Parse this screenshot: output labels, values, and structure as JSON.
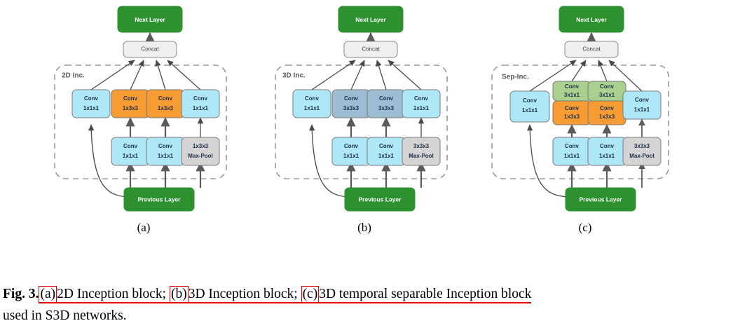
{
  "figure": {
    "panels": [
      {
        "id": "a",
        "caption": "(a)",
        "group_label": "2D Inc.",
        "top_box": "Next Layer",
        "concat_box": "Concat",
        "bottom_box": "Previous Layer",
        "branch_top": [
          {
            "line1": "Conv",
            "line2": "1x1x1",
            "color": "cyan"
          },
          {
            "line1": "Conv",
            "line2": "1x3x3",
            "color": "orange"
          },
          {
            "line1": "Conv",
            "line2": "1x3x3",
            "color": "orange"
          },
          {
            "line1": "Conv",
            "line2": "1x1x1",
            "color": "cyan"
          }
        ],
        "branch_mid": [
          {
            "line1": "Conv",
            "line2": "1x1x1",
            "color": "cyan"
          },
          {
            "line1": "Conv",
            "line2": "1x1x1",
            "color": "cyan"
          },
          {
            "line1": "1x3x3",
            "line2": "Max-Pool",
            "color": "gray"
          }
        ],
        "branch_extra": []
      },
      {
        "id": "b",
        "caption": "(b)",
        "group_label": "3D Inc.",
        "top_box": "Next Layer",
        "concat_box": "Concat",
        "bottom_box": "Previous Layer",
        "branch_top": [
          {
            "line1": "Conv",
            "line2": "1x1x1",
            "color": "cyan"
          },
          {
            "line1": "Conv",
            "line2": "3x3x3",
            "color": "slate"
          },
          {
            "line1": "Conv",
            "line2": "3x3x3",
            "color": "slate"
          },
          {
            "line1": "Conv",
            "line2": "1x1x1",
            "color": "cyan"
          }
        ],
        "branch_mid": [
          {
            "line1": "Conv",
            "line2": "1x1x1",
            "color": "cyan"
          },
          {
            "line1": "Conv",
            "line2": "1x1x1",
            "color": "cyan"
          },
          {
            "line1": "3x3x3",
            "line2": "Max-Pool",
            "color": "gray"
          }
        ],
        "branch_extra": []
      },
      {
        "id": "c",
        "caption": "(c)",
        "group_label": "Sep-Inc.",
        "top_box": "Next Layer",
        "concat_box": "Concat",
        "bottom_box": "Previous Layer",
        "branch_top": [
          {
            "line1": "Conv",
            "line2": "1x1x1",
            "color": "cyan"
          },
          {
            "line1": "Conv",
            "line2": "1x3x3",
            "color": "orange"
          },
          {
            "line1": "Conv",
            "line2": "1x3x3",
            "color": "orange"
          },
          {
            "line1": "Conv",
            "line2": "1x1x1",
            "color": "cyan"
          }
        ],
        "branch_extra": [
          {
            "line1": "Conv",
            "line2": "3x1x1",
            "color": "green"
          },
          {
            "line1": "Conv",
            "line2": "3x1x1",
            "color": "green"
          }
        ],
        "branch_mid": [
          {
            "line1": "Conv",
            "line2": "1x1x1",
            "color": "cyan"
          },
          {
            "line1": "Conv",
            "line2": "1x1x1",
            "color": "cyan"
          },
          {
            "line1": "3x3x3",
            "line2": "Max-Pool",
            "color": "gray"
          }
        ]
      }
    ]
  },
  "caption": {
    "fig_number": "Fig. 3.",
    "ref_a": "(a)",
    "text_a": "2D Inception block;",
    "ref_b": "(b)",
    "text_b": "3D Inception block;",
    "ref_c": "(c)",
    "text_c": "3D temporal separable Inception block",
    "line2": "used in S3D networks."
  },
  "colors": {
    "green_block": "#2e9130",
    "cyan_block": "#aee7f7",
    "orange_block": "#f79b33",
    "slate_block": "#9dbdd4",
    "gray_block": "#d4d4d4",
    "green_light_block": "#a9d08e",
    "concat_block": "#efefef",
    "stroke": "#7a7a7a",
    "arrow": "#5a5a5a",
    "dashed_group": "#9a9a9a",
    "annotation_red": "#e00000"
  }
}
